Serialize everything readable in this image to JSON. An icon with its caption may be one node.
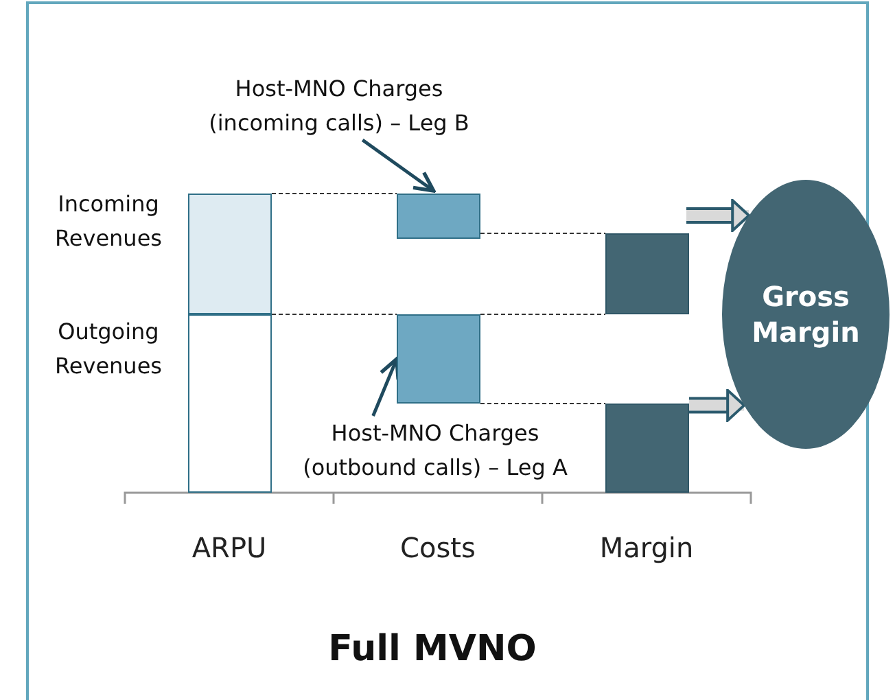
{
  "diagram": {
    "caption": "Full MVNO",
    "nodes": [
      {
        "text": [
          "Host-MNO Charges (incoming calls) – Leg B"
        ]
      },
      {
        "text": [],
        "shape": "bar",
        "beside": [
          "Incoming Revenues"
        ]
      },
      {
        "text": [],
        "shape": "bar",
        "beside": [
          "Outgoing Revenues"
        ]
      },
      {
        "text": [],
        "shape": "bar"
      },
      {
        "text": [],
        "shape": "bar"
      },
      {
        "text": [],
        "shape": "bar"
      },
      {
        "text": [],
        "shape": "bar"
      },
      {
        "text": [
          "Gross Margin"
        ]
      },
      {
        "text": [
          "Host-MNO Charges (outbound calls) – Leg A"
        ]
      }
    ],
    "edges": [
      {
        "from": 0,
        "to": 3,
        "arrow": "to"
      },
      {
        "from": 8,
        "to": 4,
        "arrow": "to"
      },
      {
        "from": 1,
        "to": 3,
        "arrow": "none",
        "style": "dashed"
      },
      {
        "from": 2,
        "to": 4,
        "arrow": "none",
        "style": "dashed"
      },
      {
        "from": 3,
        "to": 5,
        "arrow": "none",
        "style": "dashed"
      },
      {
        "from": 4,
        "to": 5,
        "arrow": "none",
        "style": "dashed"
      },
      {
        "from": 4,
        "to": 6,
        "arrow": "none",
        "style": "dashed"
      },
      {
        "from": null,
        "to": 7,
        "arrow": "to",
        "style": "thick",
        "color": "#d9d9d9"
      },
      {
        "from": 6,
        "to": 7,
        "arrow": "to",
        "style": "thick",
        "color": "#d9d9d9"
      }
    ],
    "labels": [
      "ARPU",
      "Costs",
      "Margin"
    ]
  }
}
